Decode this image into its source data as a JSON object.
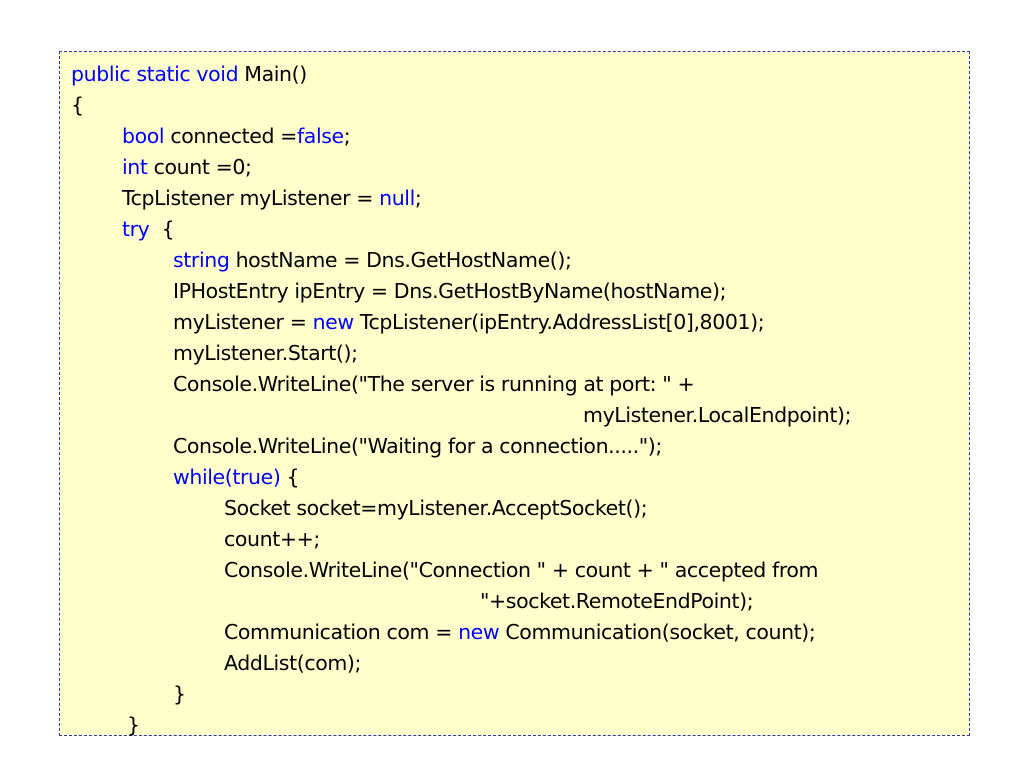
{
  "code_lines": [
    [
      {
        "t": "public static void",
        "kw": true
      },
      {
        "t": " Main()"
      }
    ],
    [
      {
        "t": "{"
      }
    ],
    [
      {
        "t": "bool",
        "kw": true
      },
      {
        "t": " connected ="
      },
      {
        "t": "false",
        "kw": true
      },
      {
        "t": ";"
      }
    ],
    [
      {
        "t": "int",
        "kw": true
      },
      {
        "t": " count =0;"
      }
    ],
    [
      {
        "t": "TcpListener myListener = "
      },
      {
        "t": "null",
        "kw": true
      },
      {
        "t": ";"
      }
    ],
    [
      {
        "t": "try",
        "kw": true
      },
      {
        "t": "  {"
      }
    ],
    [
      {
        "t": "string",
        "kw": true
      },
      {
        "t": " hostName = Dns.GetHostName();"
      }
    ],
    [
      {
        "t": "IPHostEntry ipEntry = Dns.GetHostByName(hostName);"
      }
    ],
    [
      {
        "t": "myListener = "
      },
      {
        "t": "new",
        "kw": true
      },
      {
        "t": " TcpListener(ipEntry.AddressList[0],8001);"
      }
    ],
    [
      {
        "t": "myListener.Start();"
      }
    ],
    [
      {
        "t": "Console.WriteLine(\"The server is running at port: \" +"
      }
    ],
    [
      {
        "t": "myListener.LocalEndpoint);"
      }
    ],
    [
      {
        "t": "Console.WriteLine(\"Waiting for a connection.....\");"
      }
    ],
    [
      {
        "t": "while(true)",
        "kw": true
      },
      {
        "t": " {"
      }
    ],
    [
      {
        "t": "Socket socket=myListener.AcceptSocket();"
      }
    ],
    [
      {
        "t": "count++;"
      }
    ],
    [
      {
        "t": "Console.WriteLine(\"Connection \" + count + \" accepted from"
      }
    ],
    [
      {
        "t": "\"+socket.RemoteEndPoint);"
      }
    ],
    [
      {
        "t": "Communication com = "
      },
      {
        "t": "new",
        "kw": true
      },
      {
        "t": " Communication(socket, count);"
      }
    ],
    [
      {
        "t": "AddList(com);"
      }
    ],
    [
      {
        "t": "}"
      }
    ],
    [
      {
        "t": "}"
      }
    ]
  ],
  "colors": {
    "keyword": "#0000ff",
    "text": "#000000",
    "box_background": "#ffffcc",
    "box_border": "#2b3ca8"
  }
}
